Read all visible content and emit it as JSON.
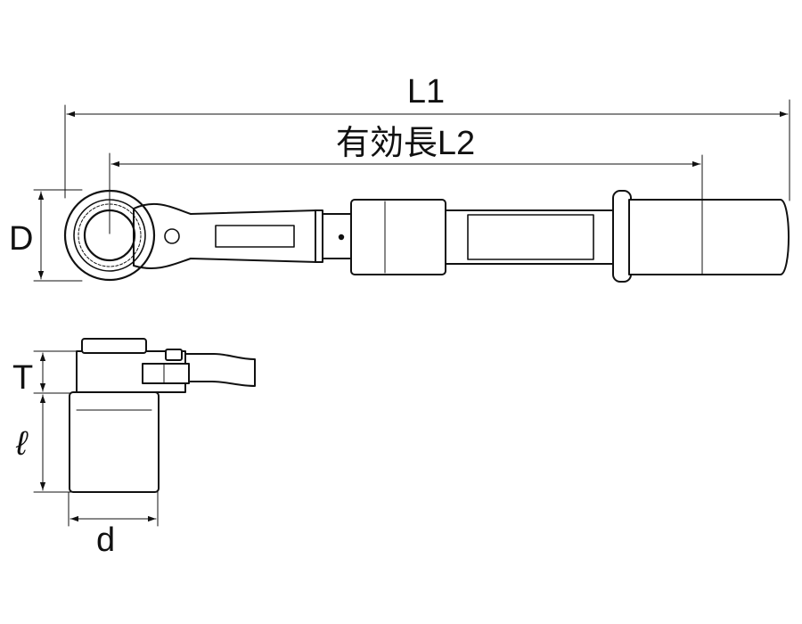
{
  "labels": {
    "L1": "L1",
    "L2": "有効長L2",
    "D": "D",
    "T": "T",
    "l": "ℓ",
    "d": "d"
  }
}
